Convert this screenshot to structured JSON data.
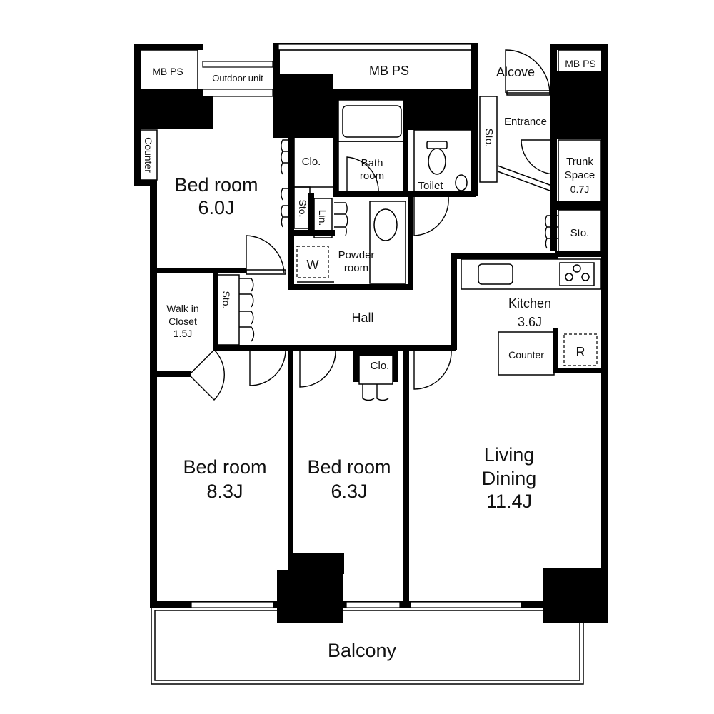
{
  "rooms": {
    "mbps_left": "MB  PS",
    "outdoor_unit": "Outdoor unit",
    "mbps_center": "MB  PS",
    "alcove": "Alcove",
    "mbps_right": "MB PS",
    "counter_left": "Counter",
    "bedroom_top_name": "Bed room",
    "bedroom_top_size": "6.0J",
    "clo_top": "Clo.",
    "sto_top": "Sto.",
    "lin": "Lin.",
    "bath_l1": "Bath",
    "bath_l2": "room",
    "toilet": "Toilet",
    "sto_entrance": "Sto.",
    "entrance": "Entrance",
    "trunk_l1": "Trunk",
    "trunk_l2": "Space",
    "trunk_l3": "0.7J",
    "sto_right": "Sto.",
    "washer": "W",
    "powder_l1": "Powder",
    "powder_l2": "room",
    "sto_hall": "Sto.",
    "hall": "Hall",
    "walkin_l1": "Walk in",
    "walkin_l2": "Closet",
    "walkin_l3": "1.5J",
    "kitchen_name": "Kitchen",
    "kitchen_size": "3.6J",
    "kitchen_counter": "Counter",
    "fridge": "R",
    "clo_mid": "Clo.",
    "bedroom_left_name": "Bed room",
    "bedroom_left_size": "8.3J",
    "bedroom_mid_name": "Bed room",
    "bedroom_mid_size": "6.3J",
    "living_l1": "Living",
    "living_l2": "Dining",
    "living_size": "11.4J",
    "balcony": "Balcony"
  }
}
